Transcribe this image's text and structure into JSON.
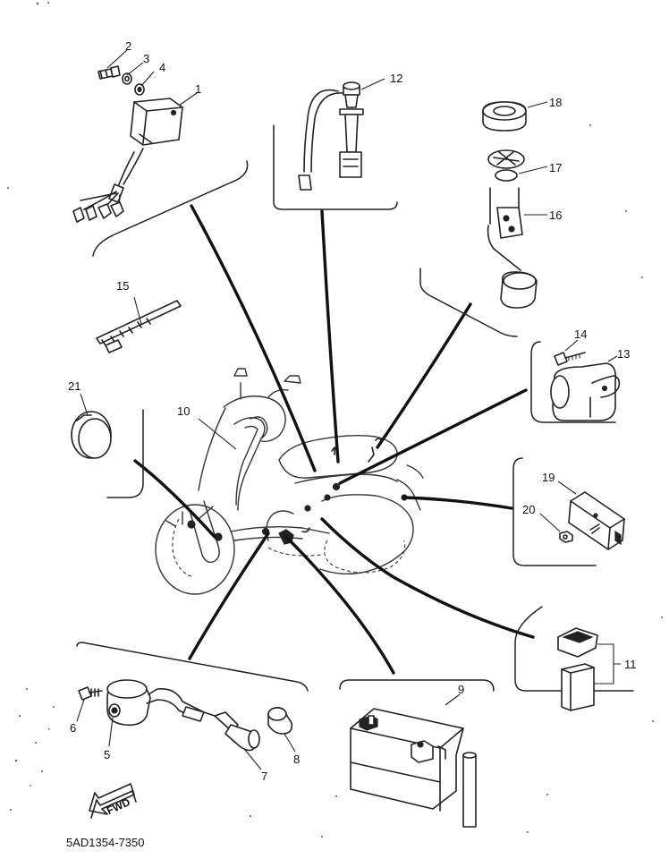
{
  "diagram": {
    "footer_code": "5AD1354-7350",
    "fwd_label": "FWD",
    "callouts": {
      "c1": "1",
      "c2": "2",
      "c3": "3",
      "c4": "4",
      "c5": "5",
      "c6": "6",
      "c7": "7",
      "c8": "8",
      "c9": "9",
      "c10": "10",
      "c11": "11",
      "c12": "12",
      "c13": "13",
      "c14": "14",
      "c15": "15",
      "c16": "16",
      "c17": "17",
      "c18": "18",
      "c19": "19",
      "c20": "20",
      "c21": "21"
    }
  }
}
